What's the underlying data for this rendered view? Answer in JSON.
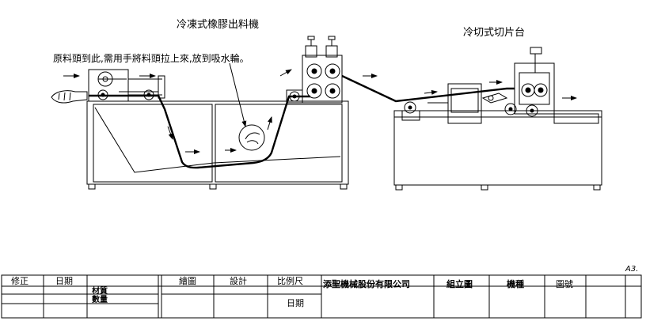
{
  "titles": {
    "left_machine": "冷凍式橡膠出料機",
    "right_machine": "冷切式切片台"
  },
  "annotation": "原料頭到此,需用手將料頭拉上來,放到吸水輪。",
  "sheet_size": "A3.",
  "title_block": {
    "revision": "修正",
    "date": "日期",
    "material": "材質",
    "quantity": "數量",
    "drawn": "繪圖",
    "design": "設計",
    "scale": "比例尺",
    "date2": "日期",
    "company": "添聖機械股份有限公司",
    "drawing_type": "組立圖",
    "model": "機種",
    "drawing_no": "圖號"
  }
}
